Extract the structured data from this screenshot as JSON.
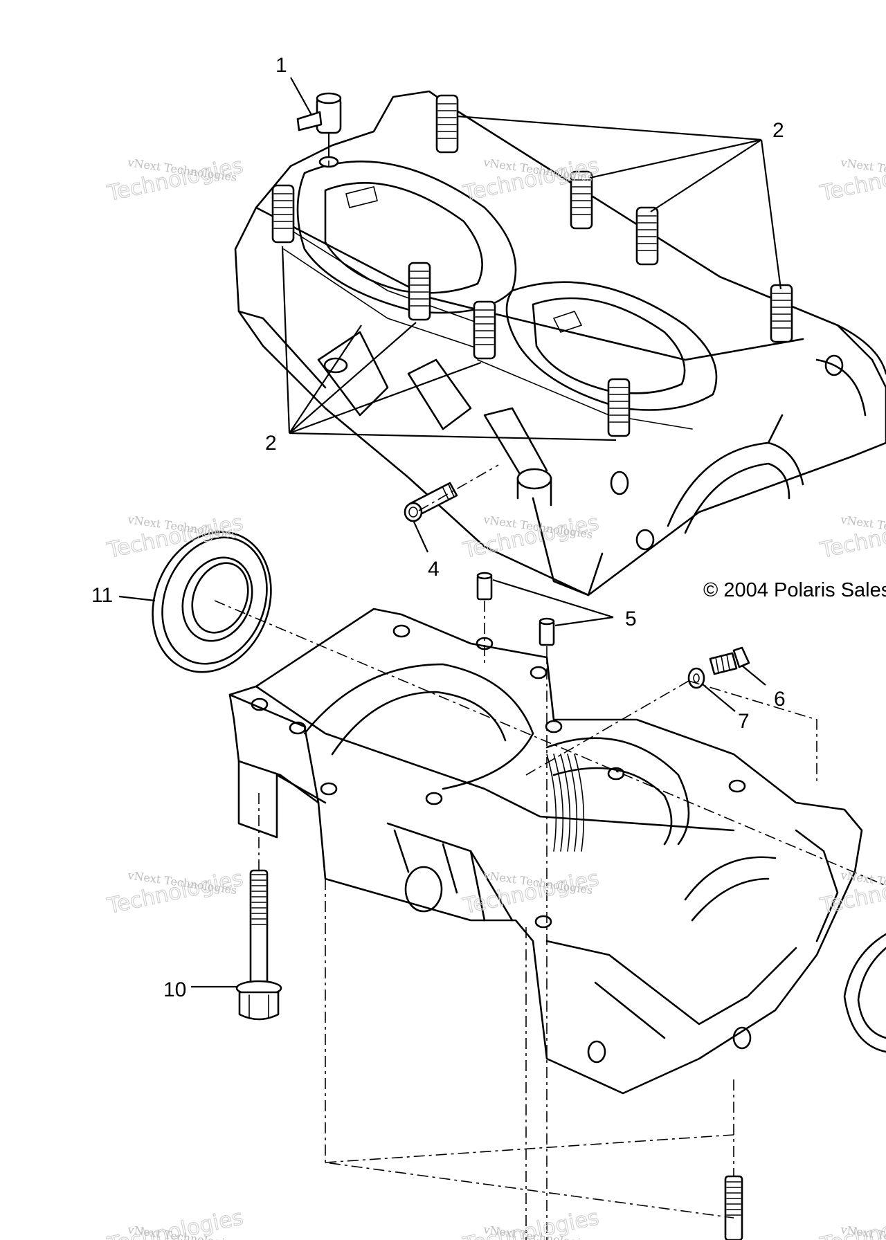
{
  "callouts": [
    "1",
    "2",
    "2",
    "4",
    "5",
    "6",
    "7",
    "10",
    "11"
  ],
  "copyright": "© 2004 Polaris Sales",
  "watermark": {
    "line1": "vNext Technologies",
    "line2": "Technologies"
  }
}
